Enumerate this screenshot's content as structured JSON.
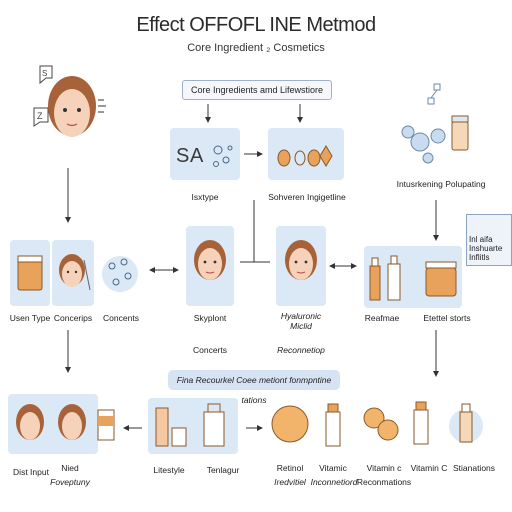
{
  "header": {
    "title": "Effect OFFOFL INE Metmod",
    "subtitle": "Core Ingredient ₂ Cosmetics"
  },
  "top": {
    "core_box": "Core Ingredients amd Lifewstiore",
    "left_label": "Isxtype",
    "center_label": "Sohveren Ingigetline",
    "right_label": "Intusrkening Polupating",
    "side_note": "Inl aifa\nInshuarte\nInflitls"
  },
  "middle": {
    "user_type": "Usen Type",
    "concerips": "Concerips",
    "concents": "Concents",
    "skyplont": "Skyplont",
    "concerts": "Concerts",
    "hyaluronic": "Hyaluronic\nMiclid",
    "reconnetiop": "Reconnetiop",
    "reafmae": "Reafmae",
    "etettel": "Etettel storts"
  },
  "bottom": {
    "banner": "Fina Recourkel Coee metiont fonmpntine tations",
    "dist_input": "Dist Input",
    "nied": "Nied",
    "foveptuny": "Foveptuny",
    "lifestyle": "Litestyle",
    "tenlagur": "Tenlagur",
    "retinol": "Retinol",
    "iredvitiel": "Iredvitiel",
    "vitamic": "Vitamic",
    "inconnetiord": "Inconnetiord",
    "vitamin_c_lower": "Vitamin c",
    "reconmations": "Reconmations",
    "vitamin_c": "Vitamin C",
    "stianations": "Stianations"
  },
  "colors": {
    "skin": "#f6d2bb",
    "hair": "#a8623a",
    "panel": "#dbe8f5",
    "orange": "#e8a25c",
    "arrow": "#333333"
  }
}
